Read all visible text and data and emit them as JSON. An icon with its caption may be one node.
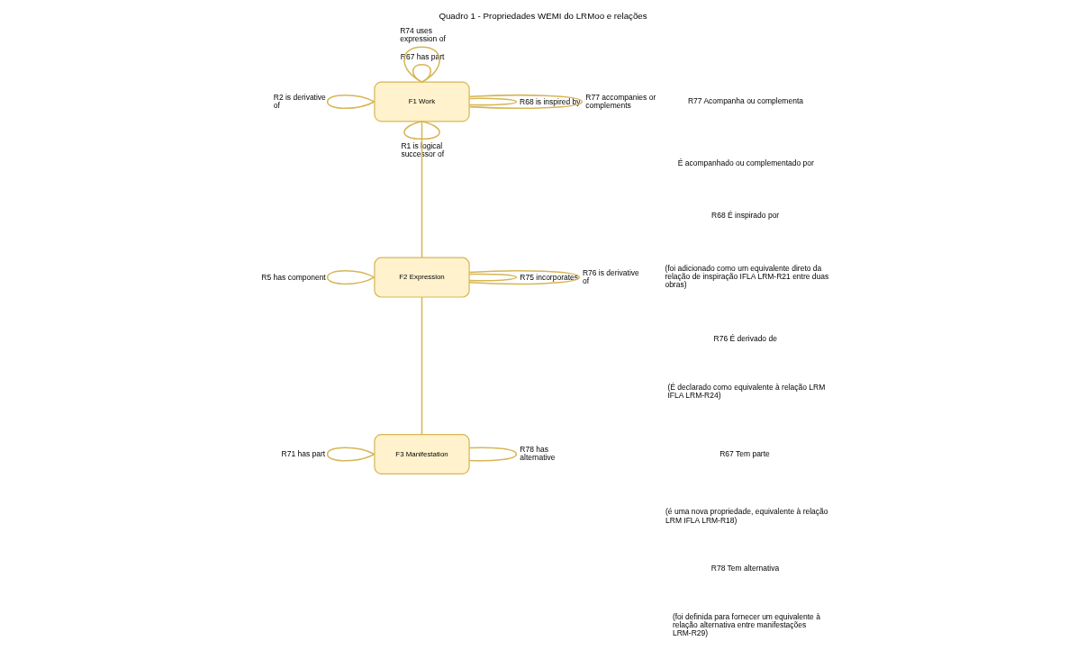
{
  "diagram": {
    "title": "Quadro 1 - Propriedades WEMI do LRMoo e relações",
    "nodes": [
      {
        "text": [
          "F1 Work"
        ]
      },
      {
        "text": [
          "F2 Expression"
        ]
      },
      {
        "text": [
          "F3 Manifestation"
        ]
      }
    ],
    "edges": [
      {
        "from": 0,
        "to": 0,
        "arrow": "none",
        "label": "R67 has part"
      },
      {
        "from": 0,
        "to": 0,
        "arrow": "none",
        "label": "R68 is inspired by"
      },
      {
        "from": 0,
        "to": 0,
        "arrow": "none",
        "label": "R2 is derivative of"
      },
      {
        "from": 0,
        "to": 0,
        "arrow": "none",
        "label": "R74 uses expression of"
      },
      {
        "from": 0,
        "to": 0,
        "arrow": "none",
        "label": "R1 is logical successor of"
      },
      {
        "from": 0,
        "to": 0,
        "arrow": "none",
        "label": "R77 accompanies or complements"
      },
      {
        "from": 0,
        "to": 1,
        "arrow": "none"
      },
      {
        "from": 1,
        "to": 1,
        "arrow": "none",
        "label": "R75 incorporates"
      },
      {
        "from": 1,
        "to": 1,
        "arrow": "none",
        "label": "R5 has component"
      },
      {
        "from": 1,
        "to": 1,
        "arrow": "none",
        "label": "R76 is derivative of"
      },
      {
        "from": 1,
        "to": 2,
        "arrow": "none"
      },
      {
        "from": 2,
        "to": 2,
        "arrow": "none",
        "label": "R71 has part"
      },
      {
        "from": 2,
        "to": 2,
        "arrow": "none",
        "label": "R78 has alternative"
      }
    ],
    "labels": [
      "R77 Acompanha ou complementa",
      "É acompanhado ou complementado por",
      "R68 É inspirado por",
      "(foi adicionado como um equivalente direto da relação de inspiração IFLA LRM-R21 entre duas obras)",
      "R76 É derivado de",
      "(É declarado como equivalente à relação LRM IFLA LRM-R24)",
      "R67 Tem parte",
      "(é uma nova propriedade, equivalente à relação LRM IFLA LRM-R18)",
      "R78 Tem alternativa",
      "(foi definida para fornecer um equivalente à relação alternativa entre manifestações LRM-R29)"
    ]
  }
}
